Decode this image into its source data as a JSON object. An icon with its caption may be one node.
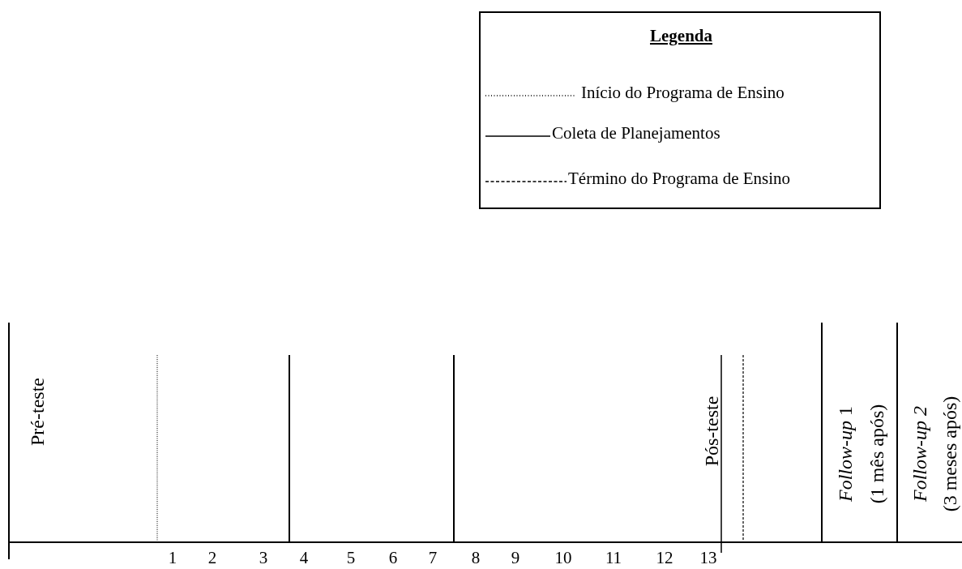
{
  "diagram": {
    "labels": [
      "Legenda",
      "Pré-teste",
      "Pós-teste",
      "*Follow-up* 1",
      "(1 mês após)",
      "Follow-up 2",
      "(3 meses após)",
      "1",
      "2",
      "3",
      "4",
      "5",
      "6",
      "7",
      "8",
      "9",
      "10",
      "11",
      "12",
      "13"
    ],
    "legend": [
      {
        "text": "Início do Programa de Ensino"
      },
      {
        "text": "Coleta de Planejamentos"
      },
      {
        "text": "Término do Programa de Ensino"
      }
    ]
  }
}
